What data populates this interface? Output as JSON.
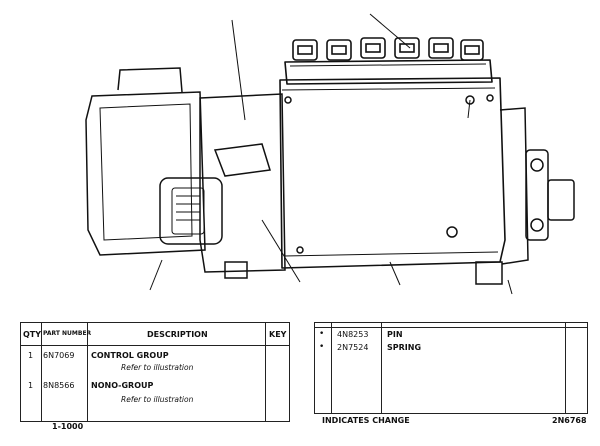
{
  "left_table": {
    "headers": {
      "qty": "QTY",
      "part": "PART NUMBER",
      "description": "DESCRIPTION",
      "key": "KEY"
    },
    "rows": [
      {
        "qty": "1",
        "part": "6N7069",
        "description": "CONTROL GROUP",
        "sub": "Refer to illustration"
      },
      {
        "qty": "1",
        "part": "8N8566",
        "description": "NONO-GROUP",
        "sub": "Refer to illustration"
      }
    ],
    "footnote": "1-1000"
  },
  "right_table": {
    "rows": [
      {
        "part": "4N8253",
        "description": "PIN"
      },
      {
        "part": "2N7524",
        "description": "SPRING"
      }
    ],
    "footnote": "INDICATES CHANGE",
    "drawing_number": "2N6768"
  }
}
